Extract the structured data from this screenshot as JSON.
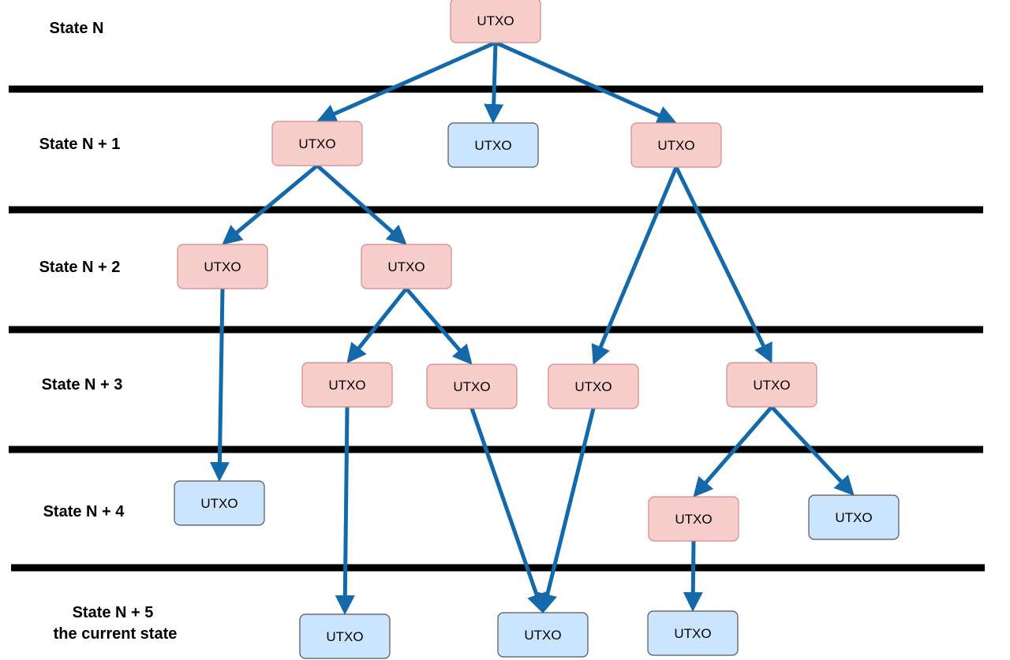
{
  "colors": {
    "spent_fill": "#f8cecc",
    "spent_stroke": "#d4888a",
    "unspent_fill": "#cce5ff",
    "unspent_stroke": "#555555",
    "edge": "#1369aa",
    "separator": "#000000"
  },
  "states": [
    {
      "id": "s0",
      "label": "State N"
    },
    {
      "id": "s1",
      "label": "State N + 1"
    },
    {
      "id": "s2",
      "label": "State N + 2"
    },
    {
      "id": "s3",
      "label": "State N + 3"
    },
    {
      "id": "s4",
      "label": "State N + 4"
    },
    {
      "id": "s5",
      "label": "State N + 5",
      "sublabel": "the current state"
    }
  ],
  "nodes": [
    {
      "id": "n0",
      "label": "UTXO",
      "state": "s0",
      "status": "spent"
    },
    {
      "id": "n1",
      "label": "UTXO",
      "state": "s1",
      "status": "spent"
    },
    {
      "id": "n2",
      "label": "UTXO",
      "state": "s1",
      "status": "unspent"
    },
    {
      "id": "n3",
      "label": "UTXO",
      "state": "s1",
      "status": "spent"
    },
    {
      "id": "n4",
      "label": "UTXO",
      "state": "s2",
      "status": "spent"
    },
    {
      "id": "n5",
      "label": "UTXO",
      "state": "s2",
      "status": "spent"
    },
    {
      "id": "n6",
      "label": "UTXO",
      "state": "s3",
      "status": "spent"
    },
    {
      "id": "n7",
      "label": "UTXO",
      "state": "s3",
      "status": "spent"
    },
    {
      "id": "n8",
      "label": "UTXO",
      "state": "s3",
      "status": "spent"
    },
    {
      "id": "n9",
      "label": "UTXO",
      "state": "s3",
      "status": "spent"
    },
    {
      "id": "n10",
      "label": "UTXO",
      "state": "s4",
      "status": "unspent"
    },
    {
      "id": "n11",
      "label": "UTXO",
      "state": "s4",
      "status": "spent"
    },
    {
      "id": "n12",
      "label": "UTXO",
      "state": "s4",
      "status": "unspent"
    },
    {
      "id": "n13",
      "label": "UTXO",
      "state": "s5",
      "status": "unspent"
    },
    {
      "id": "n14",
      "label": "UTXO",
      "state": "s5",
      "status": "unspent"
    },
    {
      "id": "n15",
      "label": "UTXO",
      "state": "s5",
      "status": "unspent"
    }
  ],
  "edges": [
    {
      "from": "n0",
      "to": "n1"
    },
    {
      "from": "n0",
      "to": "n2"
    },
    {
      "from": "n0",
      "to": "n3"
    },
    {
      "from": "n1",
      "to": "n4"
    },
    {
      "from": "n1",
      "to": "n5"
    },
    {
      "from": "n3",
      "to": "n8"
    },
    {
      "from": "n3",
      "to": "n9"
    },
    {
      "from": "n4",
      "to": "n10"
    },
    {
      "from": "n5",
      "to": "n6"
    },
    {
      "from": "n5",
      "to": "n7"
    },
    {
      "from": "n6",
      "to": "n13"
    },
    {
      "from": "n7",
      "to": "n14"
    },
    {
      "from": "n8",
      "to": "n14"
    },
    {
      "from": "n9",
      "to": "n11"
    },
    {
      "from": "n9",
      "to": "n12"
    },
    {
      "from": "n11",
      "to": "n15"
    }
  ]
}
